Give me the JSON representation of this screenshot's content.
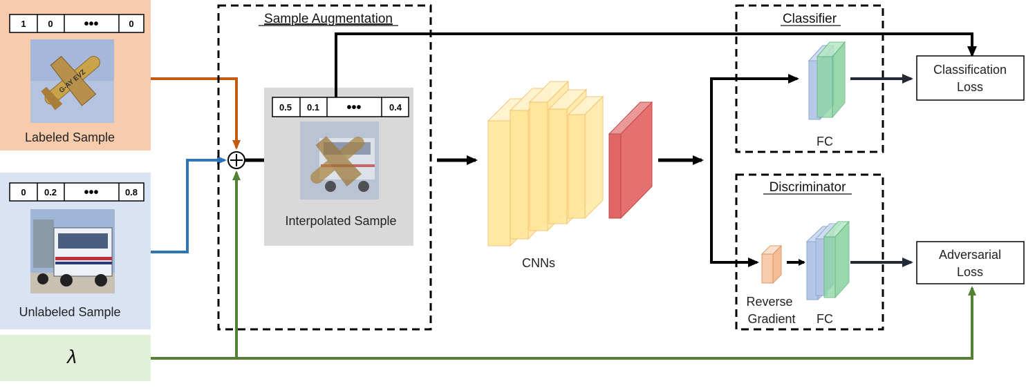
{
  "labeled": {
    "caption": "Labeled Sample",
    "vector": [
      "1",
      "0",
      "•••",
      "0"
    ]
  },
  "unlabeled": {
    "caption": "Unlabeled Sample",
    "vector": [
      "0",
      "0.2",
      "•••",
      "0.8"
    ]
  },
  "lambda": {
    "symbol": "λ"
  },
  "mixer": {
    "symbol": "+"
  },
  "augmentation": {
    "title": "Sample Augmentation",
    "interpolated_caption": "Interpolated Sample",
    "vector": [
      "0.5",
      "0.1",
      "•••",
      "0.4"
    ]
  },
  "backbone": {
    "label": "CNNs"
  },
  "classifier": {
    "title": "Classifier",
    "fc_label": "FC"
  },
  "discriminator": {
    "title": "Discriminator",
    "reverse_line1": "Reverse",
    "reverse_line2": "Gradient",
    "fc_label": "FC"
  },
  "losses": {
    "classification_line1": "Classification",
    "classification_line2": "Loss",
    "adversarial_line1": "Adversarial",
    "adversarial_line2": "Loss"
  },
  "colors": {
    "labeled_bg": "#f8cbad",
    "unlabeled_bg": "#dae3f3",
    "lambda_bg": "#e2f0d9",
    "interp_bg": "#d9d9d9",
    "orange_line": "#c55a11",
    "blue_line": "#2e75b6",
    "green_line": "#548235",
    "cnn_face": "#ffe699",
    "feature_face": "#e06666",
    "fc_blue": "#b4c7e7",
    "fc_green": "#8fd6a6"
  }
}
